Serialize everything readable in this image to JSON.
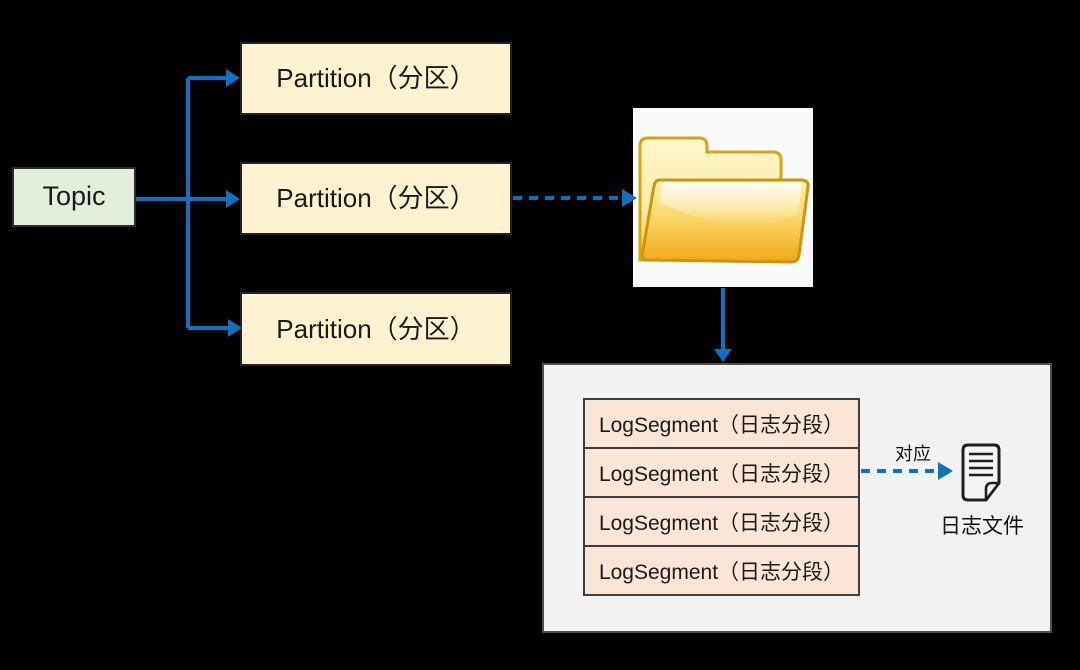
{
  "topic": {
    "label": "Topic"
  },
  "partitions": [
    {
      "label": "Partition（分区）"
    },
    {
      "label": "Partition（分区）"
    },
    {
      "label": "Partition（分区）"
    }
  ],
  "folder": {
    "icon": "folder-icon"
  },
  "log_panel": {
    "segments": [
      {
        "label": "LogSegment（日志分段）"
      },
      {
        "label": "LogSegment（日志分段）"
      },
      {
        "label": "LogSegment（日志分段）"
      },
      {
        "label": "LogSegment（日志分段）"
      }
    ],
    "mapping_label": "对应",
    "log_file": {
      "icon": "document-icon",
      "label": "日志文件"
    }
  },
  "colors": {
    "background": "#000000",
    "arrow_blue": "#0e71c1",
    "topic_bg": "#e3efdb",
    "partition_bg": "#fdf3d1",
    "segment_bg": "#fbe5d6",
    "panel_bg": "#f2f2f2",
    "folder_tile_bg": "#fafafa",
    "text": "#1a1a1a"
  }
}
